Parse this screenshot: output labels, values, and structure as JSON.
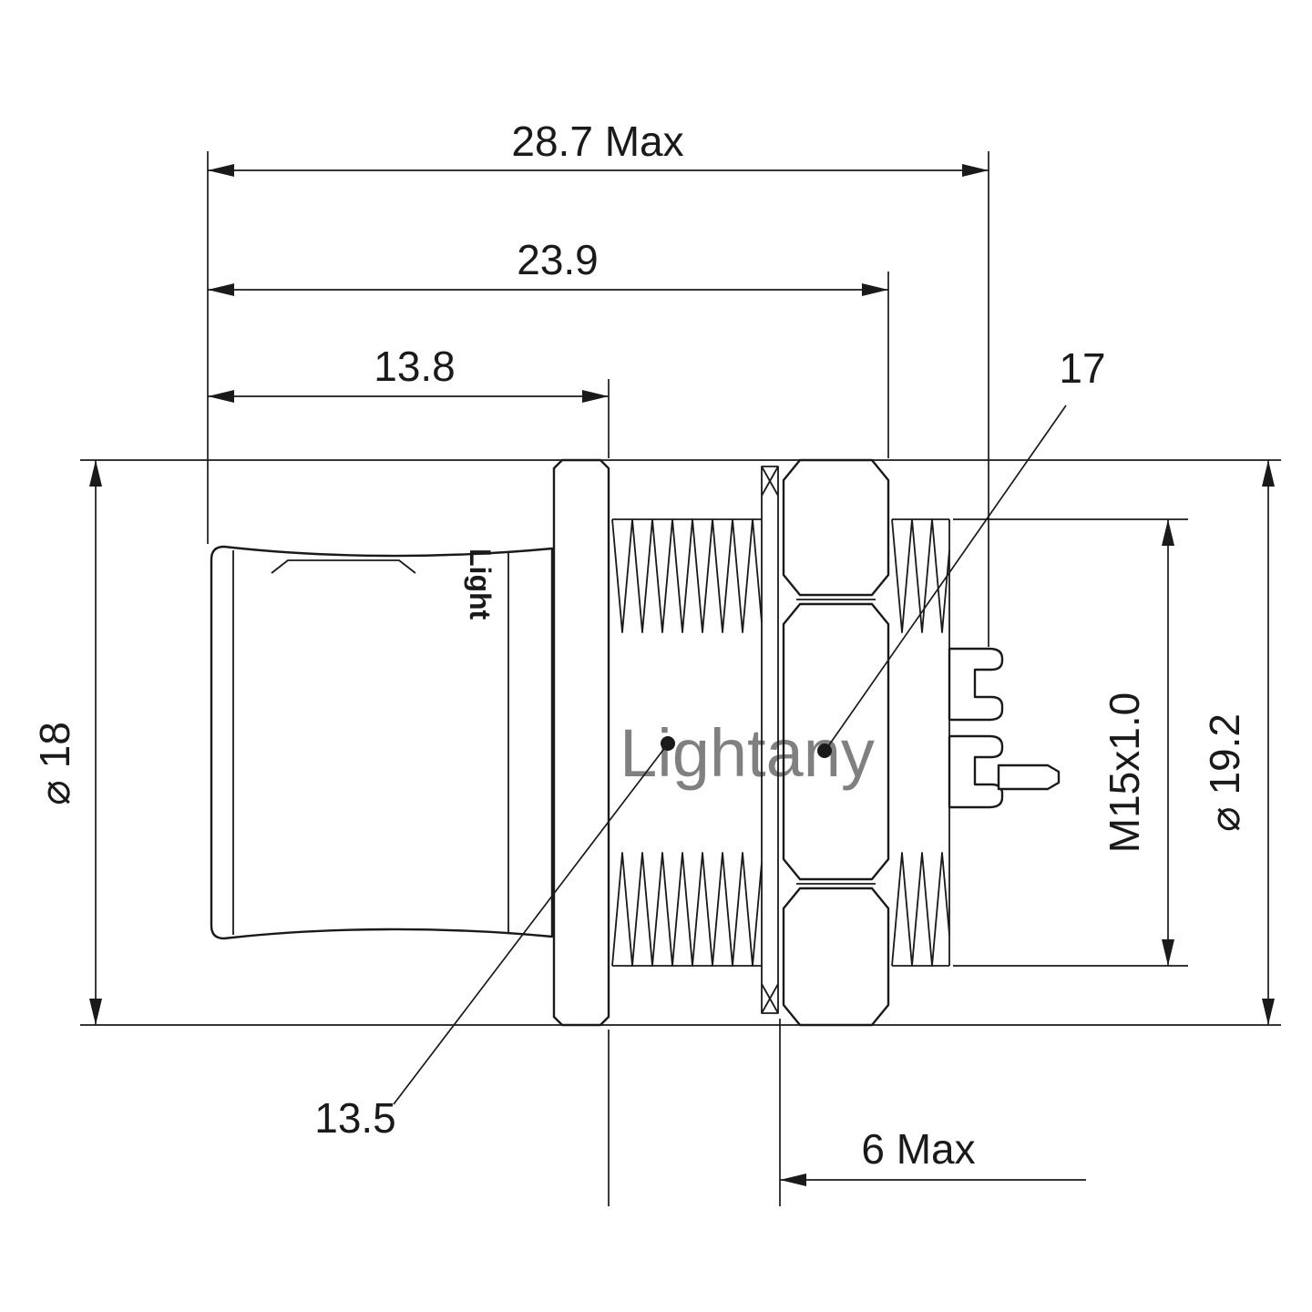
{
  "labels": {
    "dim_overall_length": "28.7 Max",
    "dim_body_length": "23.9",
    "dim_front_length": "13.8",
    "callout_nut": "17",
    "dim_diameter_left": "⌀ 18",
    "dim_thread_spec": "M15x1.0",
    "dim_diameter_right": "⌀ 19.2",
    "callout_barrel": "13.5",
    "dim_rear_length": "6 Max"
  },
  "watermark": {
    "text": "Lightany",
    "body_logo": "Light"
  },
  "colors": {
    "line": "#1a1a1a",
    "watermark_pink": "#e89b9b",
    "leader_dot": "#1a1a1a",
    "body_logo_gray": "#4a4a4a",
    "background": "#ffffff"
  }
}
